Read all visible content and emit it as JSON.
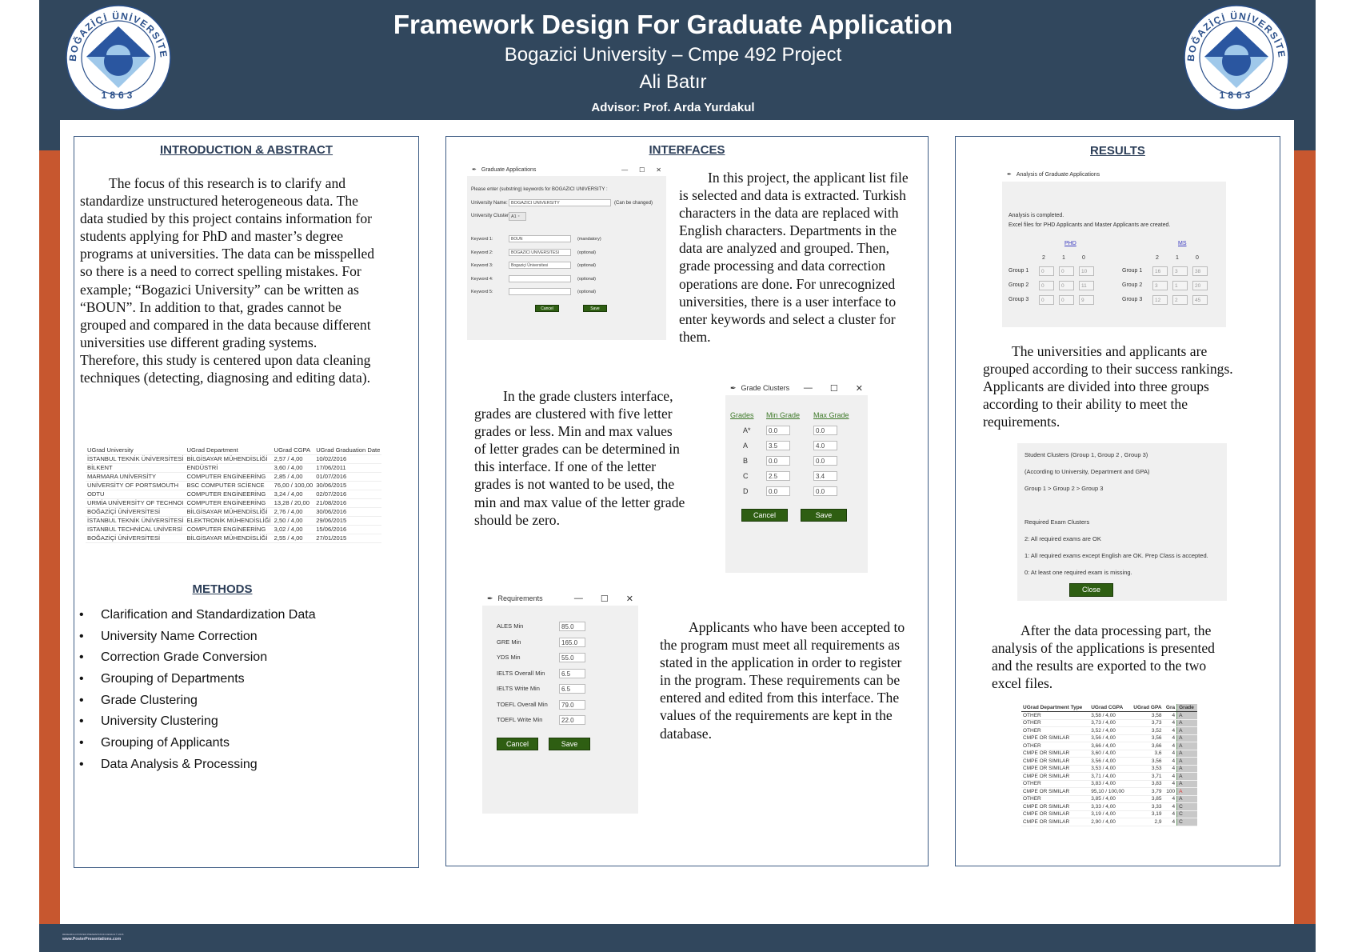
{
  "header": {
    "title": "Framework Design For Graduate Application",
    "subtitle": "Bogazici University – Cmpe 492 Project",
    "author": "Ali Batır",
    "advisor": "Advisor: Prof. Arda Yurdakul",
    "logo_text": "BOĞAZİÇİ ÜNİVERSİTESİ",
    "logo_year": "1863"
  },
  "colors": {
    "navy": "#31475d",
    "orange": "#c7572f",
    "button_green": "#2e5e12"
  },
  "intro": {
    "heading": "INTRODUCTION & ABSTRACT",
    "text": "The focus of this research is to clarify and standardize unstructured heterogeneous data. The data studied by this project contains information for students applying for PhD and master’s degree programs at universities. The data can be misspelled so there is a need to correct spelling mistakes. For example; “Bogazici University” can be written as “BOUN”. In addition to that, grades cannot be grouped and compared in the data because different universities use different grading systems. Therefore, this study is centered upon data cleaning techniques (detecting, diagnosing and editing data).",
    "table": {
      "headers": [
        "UGrad University",
        "UGrad Department",
        "UGrad CGPA",
        "UGrad Graduation Date"
      ],
      "rows": [
        [
          "İSTANBUL TEKNİK ÜNİVERSİTESİ",
          "BİLGİSAYAR MÜHENDİSLİĞİ",
          "2,57 / 4,00",
          "10/02/2016"
        ],
        [
          "BİLKENT",
          "ENDÜSTRİ",
          "3,60 / 4,00",
          "17/06/2011"
        ],
        [
          "MARMARA UNİVERSİTY",
          "COMPUTER ENGİNEERİNG",
          "2,85 / 4,00",
          "01/07/2016"
        ],
        [
          "UNİVERSİTY OF PORTSMOUTH",
          "BSC COMPUTER SCİENCE",
          "76,00 / 100,00",
          "30/06/2015"
        ],
        [
          "ODTU",
          "COMPUTER ENGİNEERİNG",
          "3,24 / 4,00",
          "02/07/2016"
        ],
        [
          "URMİA UNİVERSİTY OF TECHNOI",
          "COMPUTER ENGİNEERİNG",
          "13,28 / 20,00",
          "21/08/2016"
        ],
        [
          "BOĞAZİÇİ ÜNİVERSİTESİ",
          "BİLGİSAYAR MÜHENDİSLİĞİ",
          "2,76 / 4,00",
          "30/06/2016"
        ],
        [
          "İSTANBUL TEKNİK ÜNİVERSİTESİ",
          "ELEKTRONİK MÜHENDİSLİĞİ",
          "2,50 / 4,00",
          "29/06/2015"
        ],
        [
          "ISTANBUL TECHNİCAL UNİVERSİ",
          "COMPUTER ENGİNEERİNG",
          "3,02 / 4,00",
          "15/06/2016"
        ],
        [
          "BOĞAZİÇİ ÜNİVERSİTESİ",
          "BİLGİSAYAR MÜHENDİSLİĞİ",
          "2,55 / 4,00",
          "27/01/2015"
        ]
      ]
    }
  },
  "methods": {
    "heading": "METHODS",
    "bullet": "•",
    "items": [
      "Clarification and Standardization Data",
      "University Name Correction",
      "Correction Grade Conversion",
      "Grouping of Departments",
      "Grade Clustering",
      "University Clustering",
      "Grouping of Applicants",
      "Data Analysis & Processing"
    ]
  },
  "interfaces": {
    "heading": "INTERFACES",
    "p1": "In this project, the applicant list file is selected and data is extracted. Turkish characters in the data are replaced with English characters. Departments in the data are analyzed and grouped. Then, grade processing and data correction operations are done. For unrecognized universities, there is a user interface to enter keywords and select a cluster for them.",
    "p2": "In the grade clusters interface, grades are clustered with five letter grades or less. Min and max values of letter grades can be determined in this interface. If one of the letter grades is not wanted to be used, the min and max value of the letter grade should be zero.",
    "p3": "Applicants who have been accepted to the program must meet all requirements as stated in the application in order to register in the program. These requirements can be entered and edited from this interface. The values of the requirements are kept in the database.",
    "app_window": {
      "title": "Graduate Applications",
      "prompt": "Please enter (substring) keywords for BOGAZICI UNIVERSITY :",
      "name_label": "University Name:",
      "name_value": "BOGAZICI UNIVERSITY",
      "name_note": "(Can be changed)",
      "cluster_label": "University Cluster:",
      "cluster_value": "A1",
      "keywords": [
        {
          "label": "Keyword 1:",
          "value": "BOUN",
          "note": "(mandatory)"
        },
        {
          "label": "Keyword 2:",
          "value": "BOGAZICI UNIVERSITESI",
          "note": "(optional)"
        },
        {
          "label": "Keyword 3:",
          "value": "Bogaziçi Üniversitesi",
          "note": "(optional)"
        },
        {
          "label": "Keyword 4:",
          "value": "",
          "note": "(optional)"
        },
        {
          "label": "Keyword 5:",
          "value": "",
          "note": "(optional)"
        }
      ],
      "cancel": "Cancel",
      "save": "Save"
    },
    "grade_window": {
      "title": "Grade Clusters",
      "col_grades": "Grades",
      "col_min": "Min Grade",
      "col_max": "Max Grade",
      "rows": [
        {
          "grade": "A*",
          "min": "0.0",
          "max": "0.0"
        },
        {
          "grade": "A",
          "min": "3.5",
          "max": "4.0"
        },
        {
          "grade": "B",
          "min": "0.0",
          "max": "0.0"
        },
        {
          "grade": "C",
          "min": "2.5",
          "max": "3.4"
        },
        {
          "grade": "D",
          "min": "0.0",
          "max": "0.0"
        }
      ],
      "cancel": "Cancel",
      "save": "Save"
    },
    "req_window": {
      "title": "Requirements",
      "rows": [
        {
          "label": "ALES Min",
          "value": "85.0"
        },
        {
          "label": "GRE Min",
          "value": "165.0"
        },
        {
          "label": "YDS Min",
          "value": "55.0"
        },
        {
          "label": "IELTS Overall Min",
          "value": "6.5"
        },
        {
          "label": "IELTS Write Min",
          "value": "6.5"
        },
        {
          "label": "TOEFL Overall Min",
          "value": "79.0"
        },
        {
          "label": "TOEFL Write Min",
          "value": "22.0"
        }
      ],
      "cancel": "Cancel",
      "save": "Save"
    }
  },
  "results": {
    "heading": "RESULTS",
    "p1": "The universities and applicants are grouped according to their success rankings. Applicants are divided into three groups according to their ability to meet the requirements.",
    "p2": "After the data processing part, the analysis of the applications is presented and the results are exported to the two excel files.",
    "analysis_window": {
      "title": "Analysis of Graduate Applications",
      "line1": "Analysis is completed.",
      "line2": "Excel files for PHD Applicants and Master Applicants are created.",
      "cols": [
        "2",
        "1",
        "0"
      ],
      "phd": {
        "label": "PHD",
        "groups": [
          {
            "name": "Group 1",
            "values": [
              "0",
              "0",
              "10"
            ]
          },
          {
            "name": "Group 2",
            "values": [
              "0",
              "0",
              "11"
            ]
          },
          {
            "name": "Group 3",
            "values": [
              "0",
              "0",
              "9"
            ]
          }
        ]
      },
      "ms": {
        "label": "MS",
        "groups": [
          {
            "name": "Group 1",
            "values": [
              "16",
              "3",
              "38"
            ]
          },
          {
            "name": "Group 2",
            "values": [
              "3",
              "1",
              "20"
            ]
          },
          {
            "name": "Group 3",
            "values": [
              "12",
              "2",
              "45"
            ]
          }
        ]
      }
    },
    "clusters_box": {
      "lines": [
        "Student Clusters (Group 1, Group 2 , Group 3)",
        "(According to University, Department and GPA)",
        "Group 1 > Group 2 > Group 3",
        "",
        "Required Exam Clusters",
        "2: All required exams are OK",
        "1: All required exams except English are OK. Prep Class is accepted.",
        "0: At least one required exam is missing."
      ],
      "close": "Close"
    },
    "table": {
      "headers": [
        "UGrad Department Type",
        "UGrad CGPA",
        "UGrad GPA",
        "Gra",
        "Grade"
      ],
      "rows": [
        [
          "OTHER",
          "3,58 / 4,00",
          "3,58",
          "4",
          "A"
        ],
        [
          "OTHER",
          "3,73 / 4,00",
          "3,73",
          "4",
          "A"
        ],
        [
          "OTHER",
          "3,52 / 4,00",
          "3,52",
          "4",
          "A"
        ],
        [
          "CMPE OR SIMILAR",
          "3,56 / 4,00",
          "3,56",
          "4",
          "A"
        ],
        [
          "OTHER",
          "3,66 / 4,00",
          "3,66",
          "4",
          "A"
        ],
        [
          "CMPE OR SIMILAR",
          "3,60 / 4,00",
          "3,6",
          "4",
          "A"
        ],
        [
          "CMPE OR SIMILAR",
          "3,56 / 4,00",
          "3,56",
          "4",
          "A"
        ],
        [
          "CMPE OR SIMILAR",
          "3,53 / 4,00",
          "3,53",
          "4",
          "A"
        ],
        [
          "CMPE OR SIMILAR",
          "3,71 / 4,00",
          "3,71",
          "4",
          "A"
        ],
        [
          "OTHER",
          "3,83 / 4,00",
          "3,83",
          "4",
          "A"
        ],
        [
          "CMPE OR SIMILAR",
          "95,10 / 100,00",
          "3,79",
          "100",
          "A"
        ],
        [
          "OTHER",
          "3,85 / 4,00",
          "3,85",
          "4",
          "A"
        ],
        [
          "CMPE OR SIMILAR",
          "3,33 / 4,00",
          "3,33",
          "4",
          "C"
        ],
        [
          "CMPE OR SIMILAR",
          "3,19 / 4,00",
          "3,19",
          "4",
          "C"
        ],
        [
          "CMPE OR SIMILAR",
          "2,90 / 4,00",
          "2,9",
          "4",
          "C"
        ]
      ]
    }
  },
  "footer": {
    "small": "RESEARCH POSTER PRESENTATION DESIGN © 2015",
    "url": "www.PosterPresentations.com"
  }
}
